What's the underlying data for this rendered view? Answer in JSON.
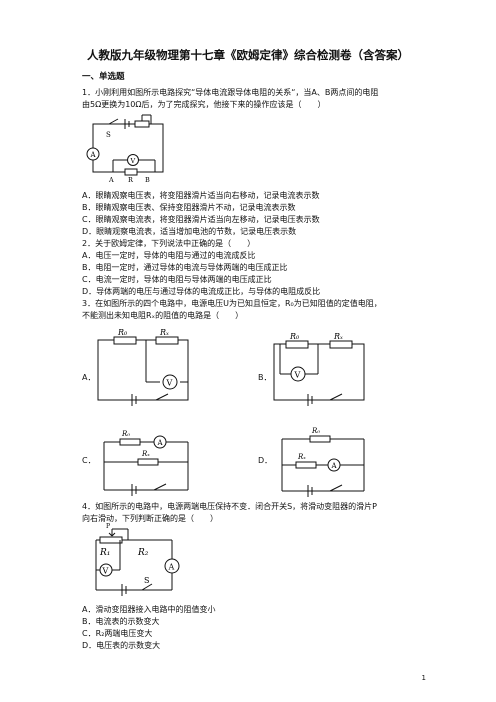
{
  "doc": {
    "title": "人教版九年级物理第十七章《欧姆定律》综合检测卷（含答案）",
    "section1": "一、单选题",
    "q1": {
      "line1": "1．小刚利用如图所示电路探究“导体电流跟导体电阻的关系“，当A、B两点间的电阻",
      "line2": "由5Ω更换为10Ω后，为了完成探究，他接下来的操作应该是（　　）",
      "options": [
        "A．眼睛观察电压表，将变阻器滑片适当向右移动，记录电流表示数",
        "B．眼睛观察电压表、保持变阻器滑片不动，记录电流表示数",
        "C．眼睛观察电流表，将变阻器滑片适当向左移动，记录电压表示数",
        "D．眼睛观察电流表，适当增加电池的节数，记录电压表示数"
      ],
      "fig_labels": {
        "s": "S",
        "a": "A",
        "v": "V",
        "pA": "A",
        "r": "R",
        "pB": "B"
      }
    },
    "q2": {
      "stem": "2．关于欧姆定律，下列说法中正确的是（　　）",
      "options": [
        "A．电压一定时，导体的电阻与通过的电流成反比",
        "B．电阻一定时，通过导体的电流与导体两端的电压成正比",
        "C．电流一定时，导体的电阻与导体两端的电压成正比",
        "D．导体两端的电压与通过导体的电流成正比，与导体的电阻成反比"
      ]
    },
    "q3": {
      "line1": "3．在如图所示的四个电路中，电源电压U为已知且恒定，R₀为已知阻值的定值电阻，",
      "line2": "不能测出未知电阻Rₓ的阻值的电路是（　　）",
      "opt_letters": [
        "A．",
        "B．",
        "C．",
        "D．"
      ],
      "r0": "R₀",
      "rx": "Rₓ",
      "v": "V",
      "a": "A"
    },
    "q4": {
      "line1": "4．如图所示的电路中，电源两端电压保持不变．闭合开关S，将滑动变阻器的滑片P",
      "line2": "向右滑动，下列判断正确的是（　　）",
      "fig_labels": {
        "p": "P",
        "r1": "R₁",
        "r2": "R₂",
        "v": "V",
        "a": "A",
        "s": "S"
      },
      "options": [
        "A．滑动变阻器接入电路中的阻值变小",
        "B．电流表的示数变大",
        "C．R₂两端电压变大",
        "D．电压表的示数变大"
      ]
    },
    "page_number": "1"
  }
}
